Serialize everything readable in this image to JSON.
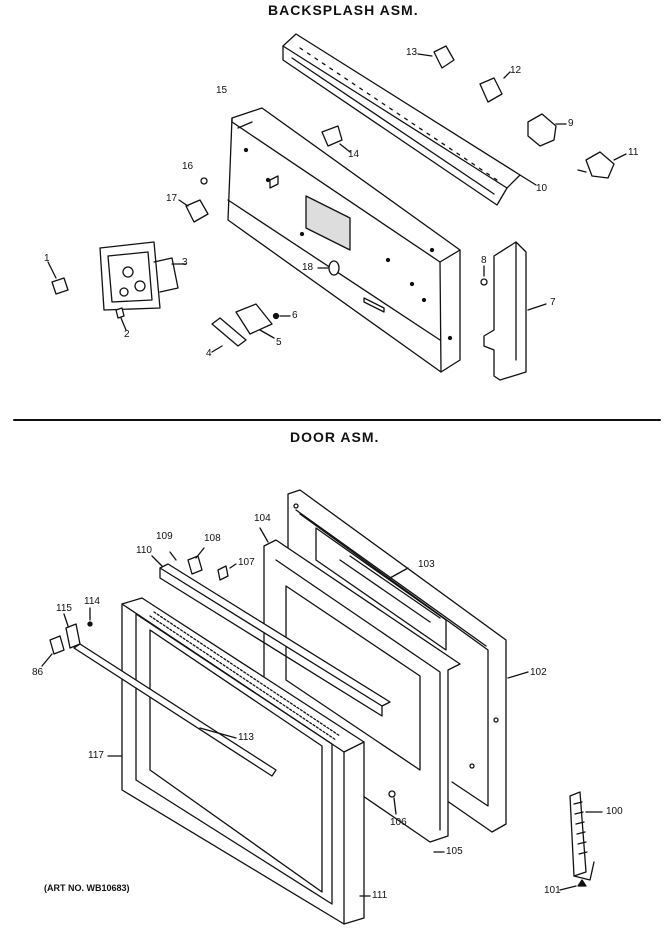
{
  "sections": {
    "backsplash_title": "BACKSPLASH ASM.",
    "door_title": "DOOR ASM."
  },
  "art_number": "(ART NO. WB10683)",
  "labels": {
    "p1": "1",
    "p2": "2",
    "p3": "3",
    "p4": "4",
    "p5": "5",
    "p6": "6",
    "p7": "7",
    "p8": "8",
    "p9": "9",
    "p10": "10",
    "p11": "11",
    "p12": "12",
    "p13": "13",
    "p14": "14",
    "p15": "15",
    "p16": "16",
    "p17": "17",
    "p18": "18",
    "p86": "86",
    "p100": "100",
    "p101": "101",
    "p102": "102",
    "p103": "103",
    "p104": "104",
    "p105": "105",
    "p106": "106",
    "p107": "107",
    "p108": "108",
    "p109": "109",
    "p110": "110",
    "p111": "111",
    "p113": "113",
    "p114": "114",
    "p115": "115",
    "p117": "117"
  }
}
